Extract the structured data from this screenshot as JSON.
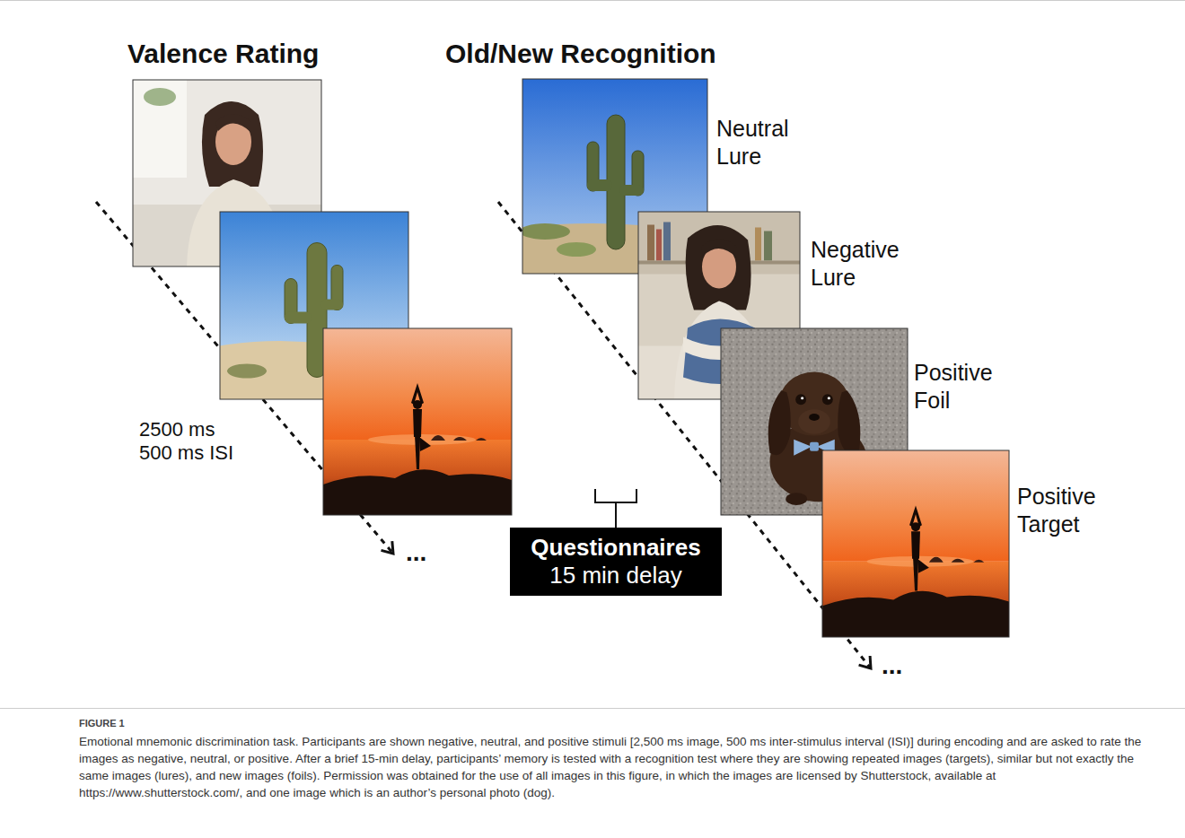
{
  "diagram": {
    "caption": "Emotional mnemonic discrimination task. Participants are shown negative, neutral, and positive stimuli [2,500 ms image, 500 ms inter-stimulus interval (ISI)] during encoding and are asked to rate the images as negative, neutral, or positive. After a brief 15-min delay, participants’ memory is tested with a recognition test where they are showing repeated images (targets), similar but not exactly the same images (lures), and new images (foils). Permission was obtained for the use of all images in this figure, in which the images are licensed by Shutterstock, available at https://www.shutterstock.com/, and one image which is an author’s personal photo (dog).",
    "nodes": [
      {
        "text": [
          "Questionnaires",
          "15 min delay"
        ]
      }
    ],
    "labels": [
      "Valence Rating",
      "Old/New Recognition",
      "Neutral Lure",
      "Negative Lure",
      "Positive Foil",
      "Positive Target",
      "2500 ms",
      "500 ms ISI",
      "...",
      "...",
      "FIGURE 1"
    ]
  }
}
